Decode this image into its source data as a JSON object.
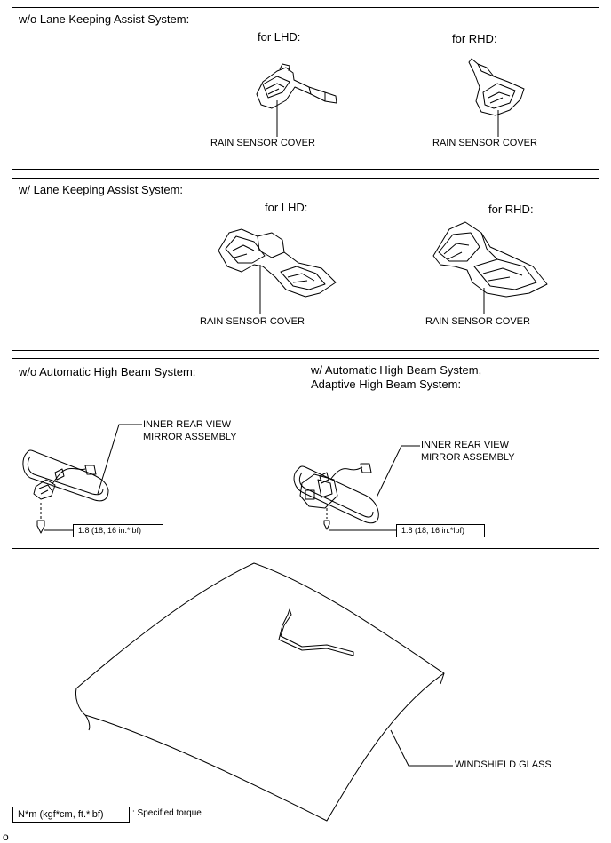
{
  "panel1": {
    "title": "w/o Lane Keeping Assist System:",
    "lhd_label": "for LHD:",
    "rhd_label": "for RHD:",
    "lhd_part": "RAIN SENSOR COVER",
    "rhd_part": "RAIN SENSOR COVER"
  },
  "panel2": {
    "title": "w/ Lane Keeping Assist System:",
    "lhd_label": "for LHD:",
    "rhd_label": "for RHD:",
    "lhd_part": "RAIN SENSOR COVER",
    "rhd_part": "RAIN SENSOR COVER"
  },
  "panel3": {
    "left_title": "w/o Automatic High Beam System:",
    "right_title_line1": "w/ Automatic High Beam System,",
    "right_title_line2": "Adaptive High Beam System:",
    "left_part_line1": "INNER REAR VIEW",
    "left_part_line2": "MIRROR ASSEMBLY",
    "right_part_line1": "INNER REAR VIEW",
    "right_part_line2": "MIRROR ASSEMBLY",
    "left_torque": "1.8 (18, 16 in.*lbf)",
    "right_torque": "1.8 (18, 16 in.*lbf)"
  },
  "windshield": {
    "part": "WINDSHIELD GLASS"
  },
  "legend": {
    "unit": "N*m (kgf*cm, ft.*lbf)",
    "meaning": ": Specified torque"
  },
  "footer": {
    "mark": "o"
  }
}
